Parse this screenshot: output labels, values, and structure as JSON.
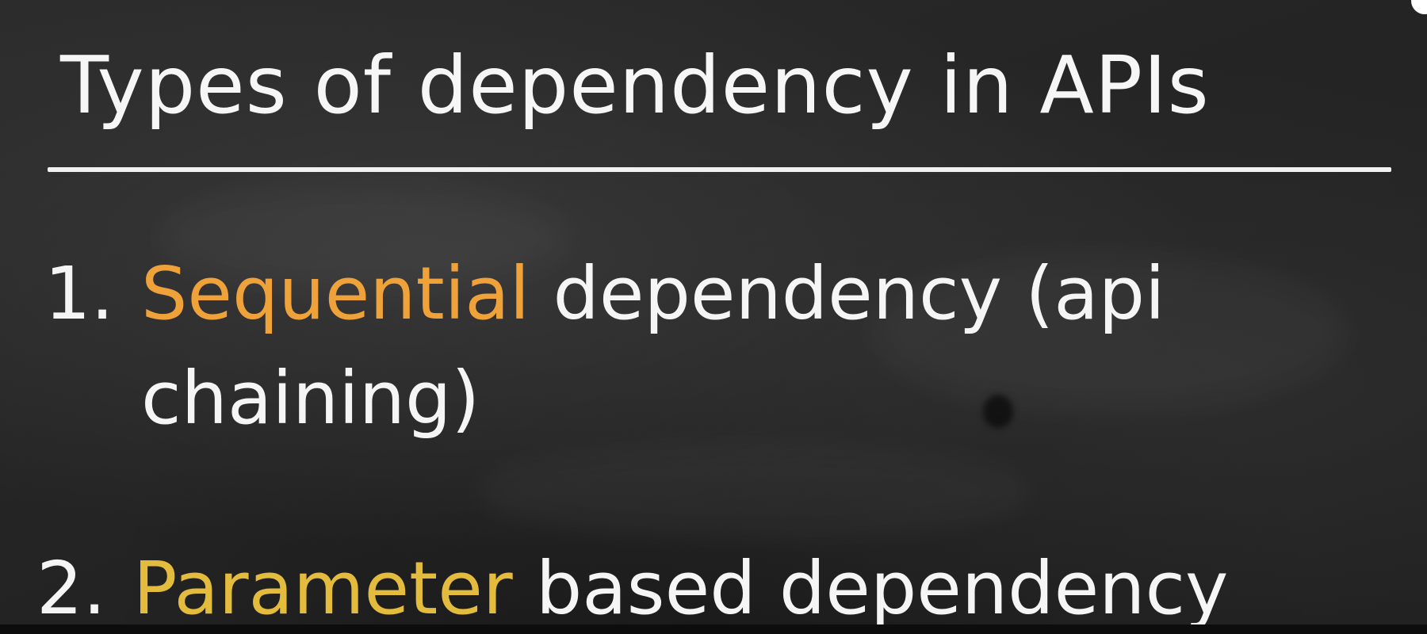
{
  "slide": {
    "title": "Types of dependency in APIs",
    "items": [
      {
        "number": "1.",
        "keyword": "Sequential",
        "rest_line1": "dependency (api",
        "rest_line2": "chaining)"
      },
      {
        "number": "2.",
        "keyword": "Parameter",
        "rest_line1": "based dependency"
      }
    ]
  },
  "colors": {
    "background": "#242424",
    "text": "#f5f5f5",
    "keyword_1": "#f0a23a",
    "keyword_2": "#e3bb3d"
  }
}
